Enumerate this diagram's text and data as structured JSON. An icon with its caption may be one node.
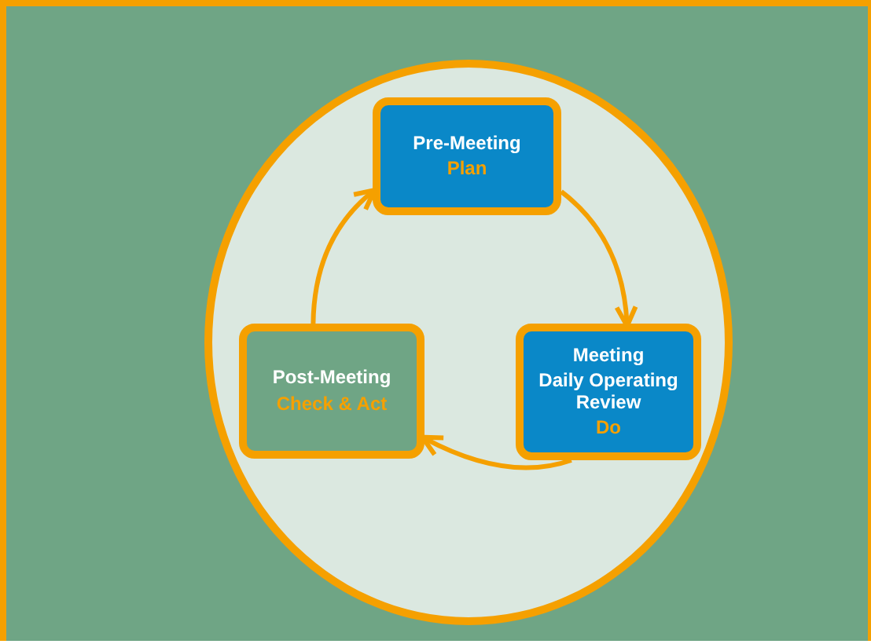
{
  "diagram": {
    "nodes": [
      {
        "text": [],
        "shape": "circle"
      },
      {
        "text": [
          "Pre-Meeting",
          "Plan"
        ],
        "in": 0
      },
      {
        "text": [
          "Meeting",
          "Daily Operating Review",
          "Do"
        ],
        "in": 0
      },
      {
        "text": [
          "Post-Meeting",
          "Check & Act"
        ],
        "in": 0
      }
    ],
    "edges": [
      {
        "from": 1,
        "to": 2,
        "arrow": "to"
      },
      {
        "from": 2,
        "to": 3,
        "arrow": "to"
      },
      {
        "from": 3,
        "to": 1,
        "arrow": "to"
      }
    ]
  }
}
